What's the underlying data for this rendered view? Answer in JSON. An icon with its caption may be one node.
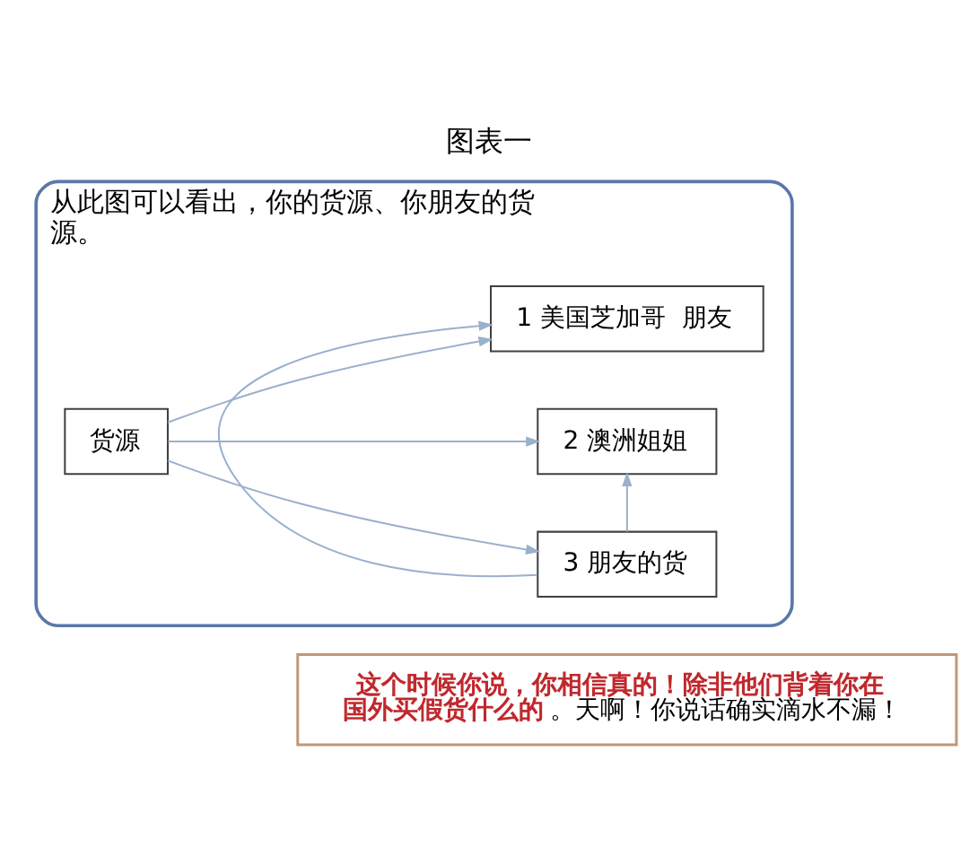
{
  "diagram": {
    "title": "图表一",
    "nodes": [
      {
        "text": [
          "从此图可以看出，你的货源、你朋友的货源。"
        ]
      },
      {
        "text": [
          "货源"
        ],
        "in": 0
      },
      {
        "text": [
          "1 美国芝加哥  朋友"
        ],
        "in": 0
      },
      {
        "text": [
          "2 澳洲姐姐"
        ],
        "in": 0
      },
      {
        "text": [
          "3 朋友的货"
        ],
        "in": 0
      },
      {
        "text": [
          "**这个时候你说，你相信真的！除非他们背着你在国外买假货什么的**。天啊！你说话确实滴水不漏！"
        ]
      }
    ],
    "edges": [
      {
        "from": 1,
        "to": 2,
        "arrow": "to"
      },
      {
        "from": 1,
        "to": 3,
        "arrow": "to"
      },
      {
        "from": 1,
        "to": 4,
        "arrow": "to"
      },
      {
        "from": 4,
        "to": 3,
        "arrow": "to"
      },
      {
        "from": 4,
        "to": 2,
        "arrow": "to"
      }
    ]
  }
}
